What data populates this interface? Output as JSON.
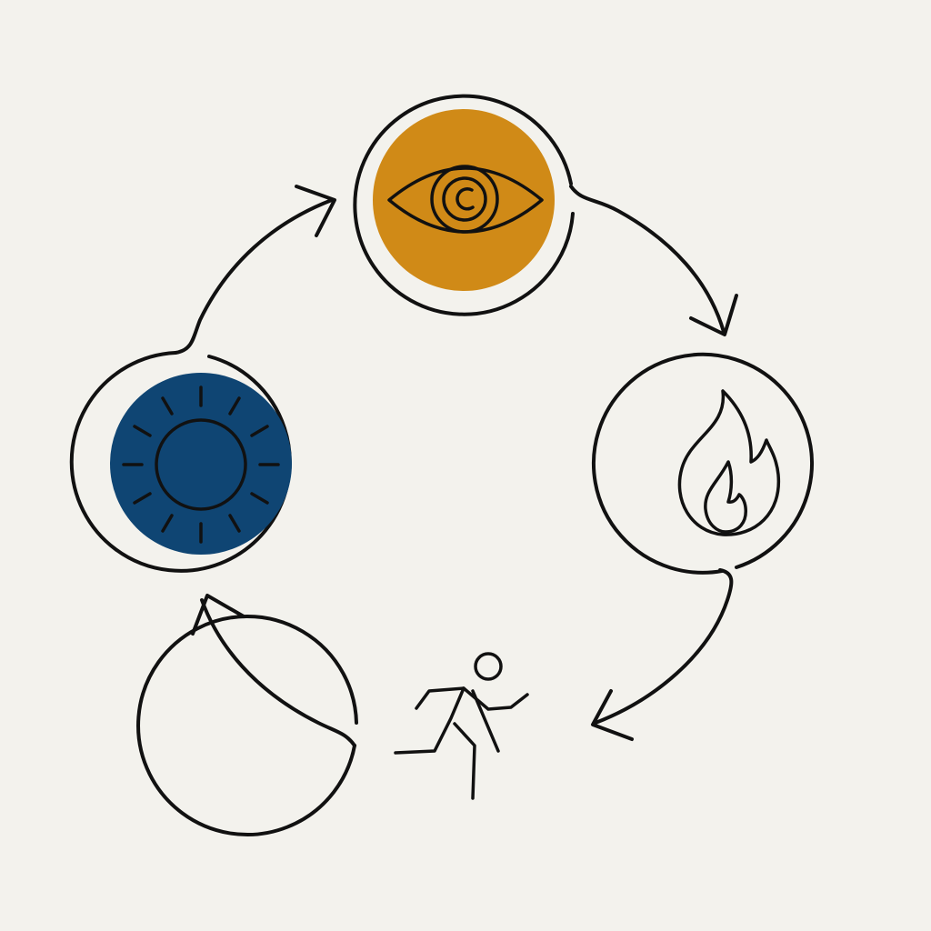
{
  "diagram": {
    "type": "cycle",
    "direction": "clockwise",
    "background_color": "#f3f2ed",
    "line_color": "#111111",
    "nodes": [
      {
        "id": "observe",
        "icon": "eye-icon",
        "fill": "#d08a17"
      },
      {
        "id": "heat",
        "icon": "flame-icon",
        "fill": "none"
      },
      {
        "id": "move",
        "icon": "running-person-icon",
        "fill": "none"
      },
      {
        "id": "sun",
        "icon": "sun-icon",
        "fill": "#0f4573"
      }
    ],
    "connections": [
      {
        "from": "observe",
        "to": "heat"
      },
      {
        "from": "heat",
        "to": "move"
      },
      {
        "from": "move",
        "to": "sun"
      },
      {
        "from": "sun",
        "to": "observe"
      }
    ]
  }
}
